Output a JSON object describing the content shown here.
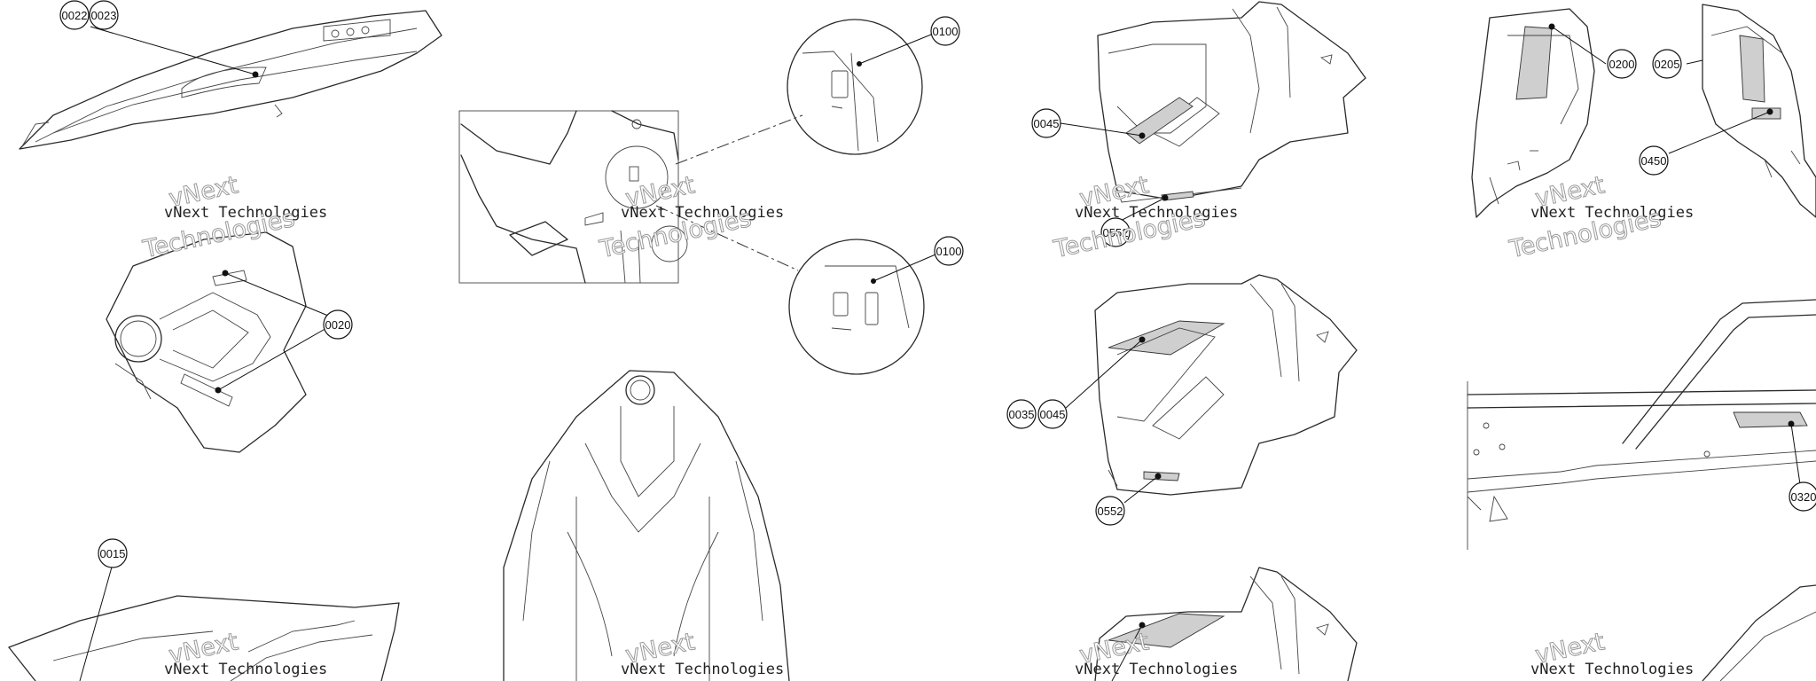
{
  "callouts": [
    {
      "id": "c-0022",
      "label": "0022"
    },
    {
      "id": "c-0023",
      "label": "0023"
    },
    {
      "id": "c-0020",
      "label": "0020"
    },
    {
      "id": "c-0015",
      "label": "0015"
    },
    {
      "id": "c-0100a",
      "label": "0100"
    },
    {
      "id": "c-0100b",
      "label": "0100"
    },
    {
      "id": "c-0045a",
      "label": "0045"
    },
    {
      "id": "c-0552a",
      "label": "0552"
    },
    {
      "id": "c-0035",
      "label": "0035"
    },
    {
      "id": "c-0045b",
      "label": "0045"
    },
    {
      "id": "c-0552b",
      "label": "0552"
    },
    {
      "id": "c-0200",
      "label": "0200"
    },
    {
      "id": "c-0205",
      "label": "0205"
    },
    {
      "id": "c-0450",
      "label": "0450"
    },
    {
      "id": "c-0320",
      "label": "0320"
    }
  ],
  "watermark": {
    "line1": "vNext Technologies",
    "line2": "vNext",
    "line3": "Technologies"
  },
  "colors": {
    "ink": "#2a2a2a",
    "background": "#ffffff",
    "watermark_outline": "#9a9a9a"
  }
}
